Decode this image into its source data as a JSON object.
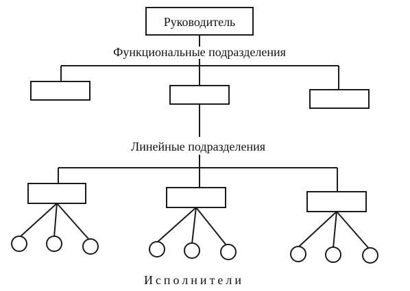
{
  "diagram": {
    "top_box_label": "Руководитель",
    "functional_label": "Функциональные подразделения",
    "linear_label": "Линейные подразделения",
    "executors_label": "Исполнители",
    "functional_units_count": 3,
    "linear_units_count": 3,
    "executors_per_unit": 3
  }
}
